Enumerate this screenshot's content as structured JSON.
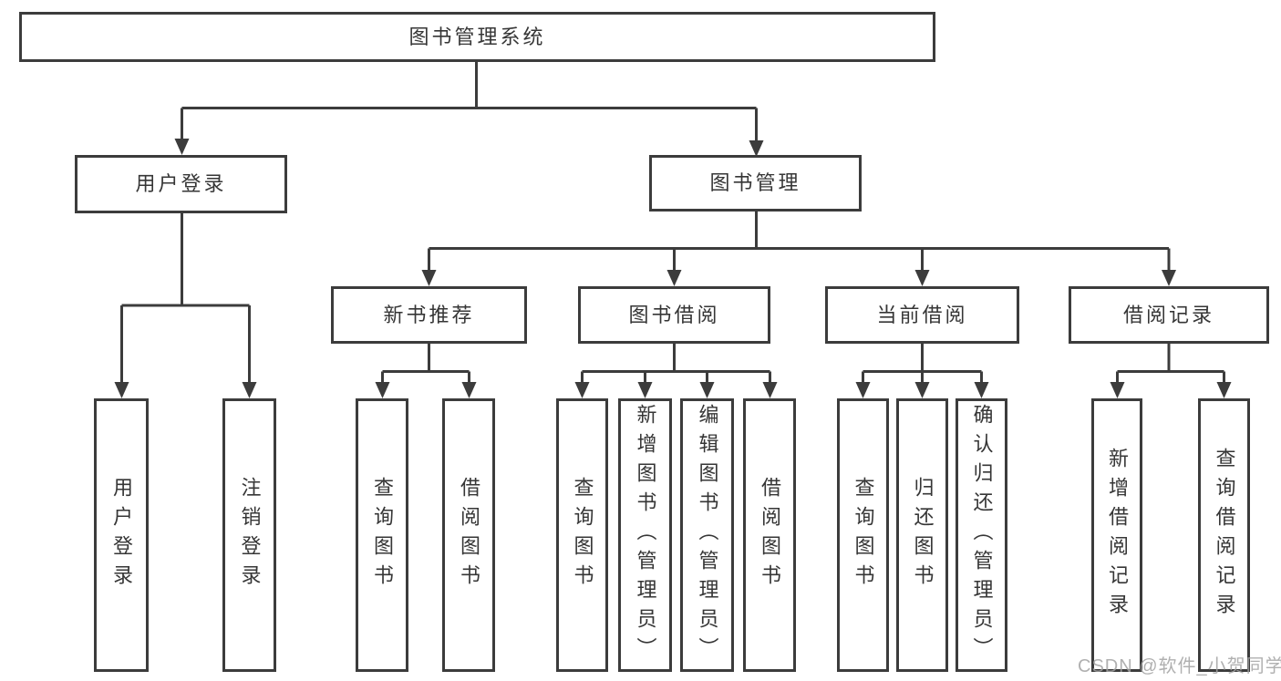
{
  "tree": {
    "root": "图书管理系统",
    "user_login": {
      "label": "用户登录",
      "children": [
        "用户登录",
        "注销登录"
      ]
    },
    "book_management": {
      "label": "图书管理",
      "groups": [
        {
          "label": "新书推荐",
          "children": [
            "查询图书",
            "借阅图书"
          ]
        },
        {
          "label": "图书借阅",
          "children": [
            "查询图书",
            "新增图书（管理员）",
            "编辑图书（管理员）",
            "借阅图书"
          ]
        },
        {
          "label": "当前借阅",
          "children": [
            "查询图书",
            "归还图书",
            "确认归还（管理员）"
          ]
        },
        {
          "label": "借阅记录",
          "children": [
            "新增借阅记录",
            "查询借阅记录"
          ]
        }
      ]
    }
  },
  "colors": {
    "line": "#3c3c3c",
    "text": "#363636",
    "watermark": "#a3a3a3",
    "background": "#ffffff"
  },
  "watermark": "CSDN @软件_小贺同学"
}
